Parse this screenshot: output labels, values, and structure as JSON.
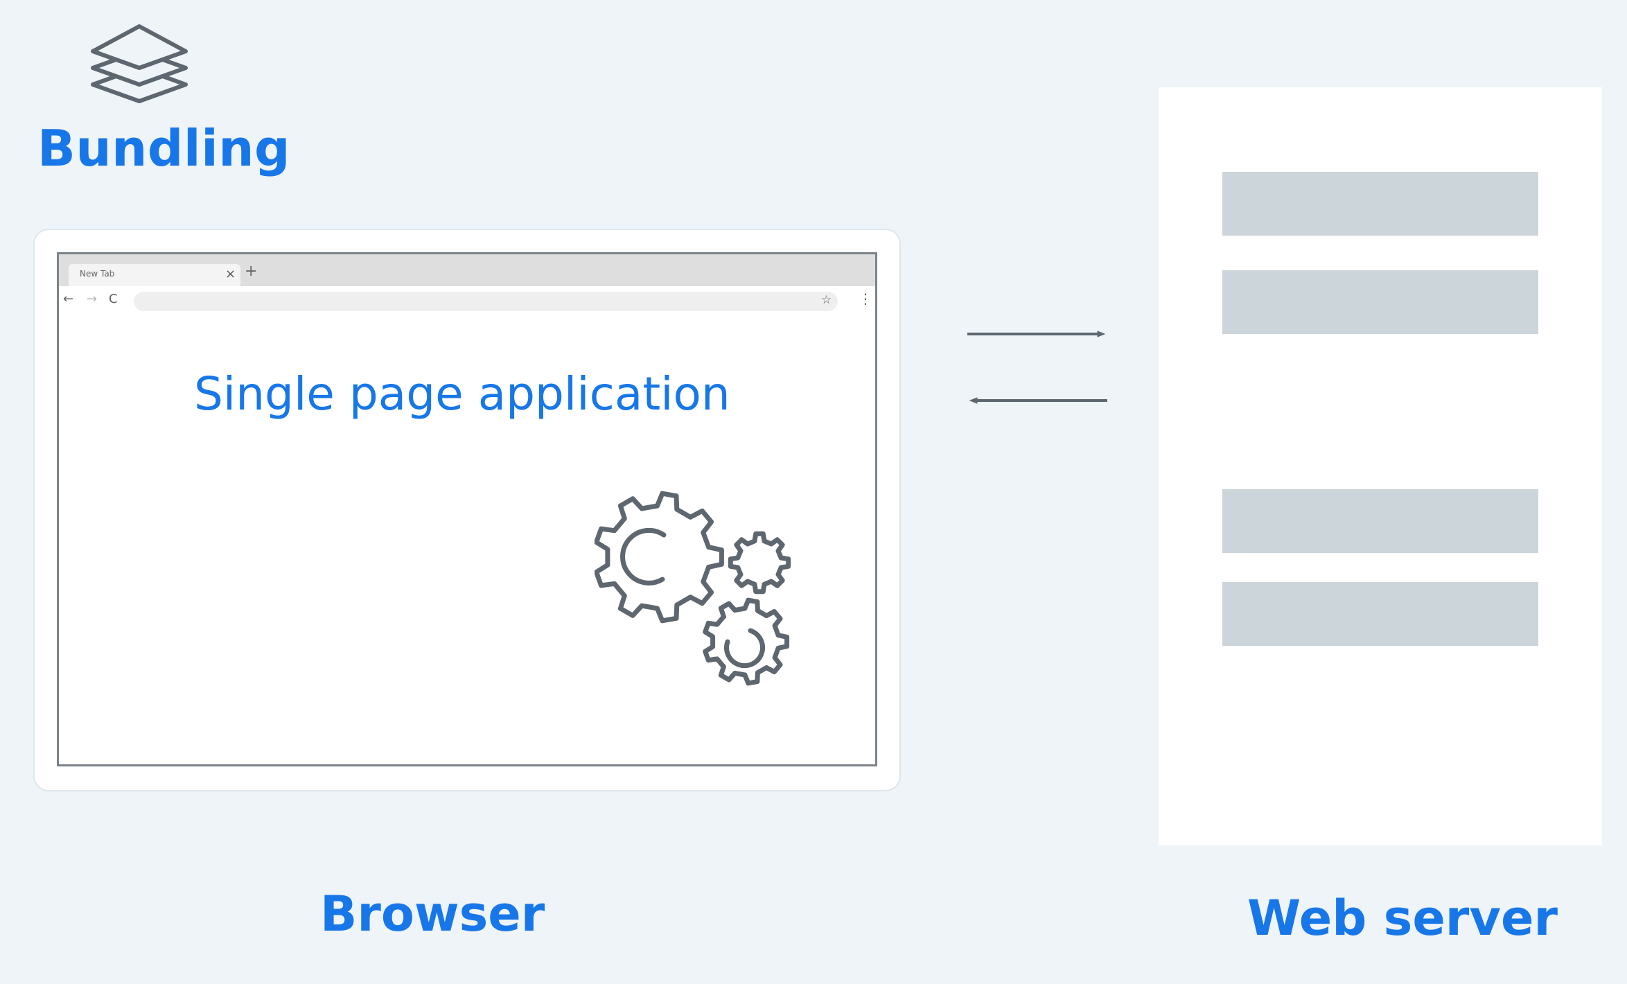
{
  "header": {
    "title": "Bundling",
    "icon": "layers-icon"
  },
  "browser": {
    "tab_label": "New Tab",
    "tab_close_glyph": "×",
    "new_tab_glyph": "+",
    "back_glyph": "←",
    "forward_glyph": "→",
    "reload_glyph": "C",
    "star_glyph": "☆",
    "menu_glyph": "⋮",
    "content_text": "Single page application"
  },
  "captions": {
    "browser": "Browser",
    "server": "Web server"
  },
  "server": {
    "blocks": 4
  },
  "colors": {
    "accent": "#1877e8",
    "background": "#eef4f7",
    "icon_stroke": "#5e6770",
    "block": "#cbd5da"
  }
}
